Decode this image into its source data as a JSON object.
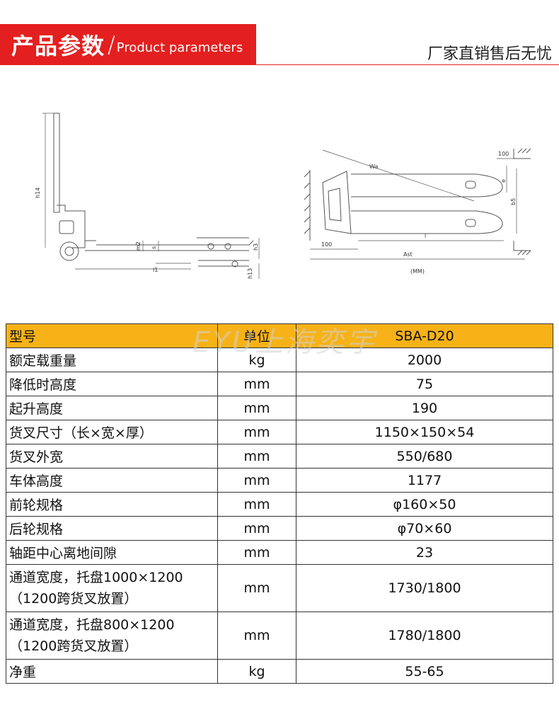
{
  "header": {
    "title_cn": "产品参数",
    "title_sep": "/",
    "title_en": "Product parameters",
    "slogan": "厂家直销售后无忧",
    "accent_color": "#e41f1f"
  },
  "drawing": {
    "side_labels": [
      "h14",
      "m2",
      "s",
      "h3",
      "l1",
      "h13"
    ],
    "top_labels": [
      "Wa",
      "100",
      "e",
      "b5",
      "l",
      "Ast",
      "100",
      "(MM)"
    ]
  },
  "watermark": "EYU上海奕宇",
  "table": {
    "header_color": "#f7b217",
    "headers": [
      "型号",
      "单位",
      "SBA-D20"
    ],
    "rows": [
      [
        "额定载重量",
        "kg",
        "2000"
      ],
      [
        "降低时高度",
        "mm",
        "75"
      ],
      [
        "起升高度",
        "mm",
        "190"
      ],
      [
        "货叉尺寸（长×宽×厚）",
        "mm",
        "1150×150×54"
      ],
      [
        "货叉外宽",
        "mm",
        "550/680"
      ],
      [
        "车体高度",
        "mm",
        "1177"
      ],
      [
        "前轮规格",
        "mm",
        "φ160×50"
      ],
      [
        "后轮规格",
        "mm",
        "φ70×60"
      ],
      [
        "轴距中心离地间隙",
        "mm",
        "23"
      ]
    ],
    "tall_rows": [
      {
        "line1": "通道宽度，托盘1000×1200",
        "line2": "（1200跨货叉放置）",
        "unit": "mm",
        "value": "1730/1800"
      },
      {
        "line1": "通道宽度，托盘800×1200",
        "line2": "（1200跨货叉放置）",
        "unit": "mm",
        "value": "1780/1800"
      }
    ],
    "last_row": [
      "净重",
      "kg",
      "55-65"
    ]
  }
}
